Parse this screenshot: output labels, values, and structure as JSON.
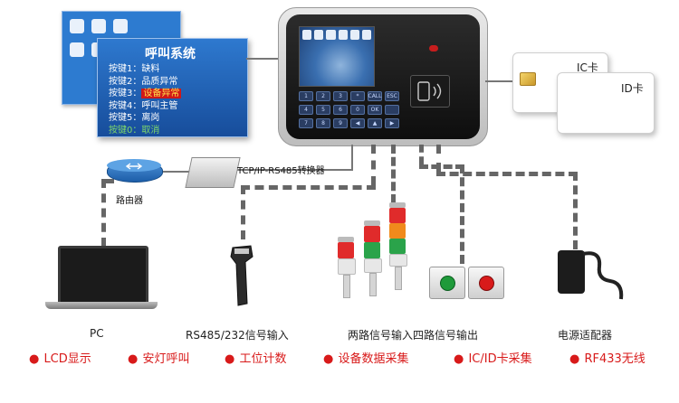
{
  "menu": {
    "title": "呼叫系统",
    "items": [
      "按键1：缺料",
      "按键2：品质异常",
      "按键3：",
      "按键4：呼叫主管",
      "按键5：离岗",
      "按键0：取消"
    ],
    "highlight": "设备异常"
  },
  "device": {
    "keypad": [
      "1",
      "2",
      "3",
      "*",
      "CALL",
      "ESC",
      "4",
      "5",
      "6",
      "0",
      "OK",
      "",
      "7",
      "8",
      "9",
      "◀",
      "▲",
      "▶"
    ]
  },
  "cards": {
    "ic_label": "IC卡",
    "id_label": "ID卡"
  },
  "converter_label": "TCP/IP-RS485转换器",
  "router_label": "路由器",
  "captions": [
    "PC",
    "RS485/232信号输入",
    "两路信号输入四路信号输出",
    "电源适配器"
  ],
  "features": [
    "LCD显示",
    "安灯呼叫",
    "工位计数",
    "设备数据采集",
    "IC/ID卡采集",
    "RF433无线"
  ],
  "colors": {
    "accent_red": "#d81a1a",
    "menu_blue": "#1f5fb0",
    "highlight_yellow": "#ffe04a"
  }
}
